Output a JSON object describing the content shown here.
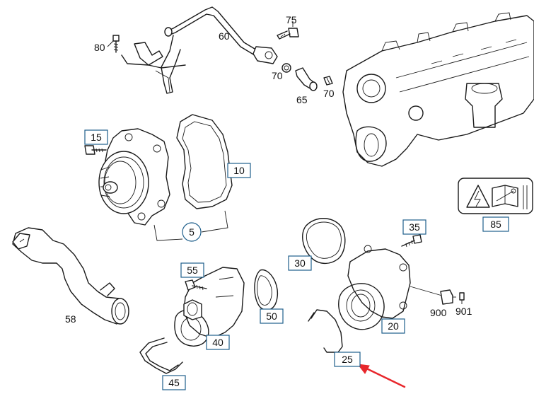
{
  "callouts": [
    {
      "id": "15",
      "label": "15"
    },
    {
      "id": "10",
      "label": "10"
    },
    {
      "id": "5",
      "label": "5"
    },
    {
      "id": "55",
      "label": "55"
    },
    {
      "id": "40",
      "label": "40"
    },
    {
      "id": "45",
      "label": "45"
    },
    {
      "id": "30",
      "label": "30"
    },
    {
      "id": "50",
      "label": "50"
    },
    {
      "id": "35",
      "label": "35"
    },
    {
      "id": "20",
      "label": "20"
    },
    {
      "id": "25",
      "label": "25"
    },
    {
      "id": "85",
      "label": "85"
    }
  ],
  "plain_labels": [
    {
      "id": "80",
      "label": "80"
    },
    {
      "id": "60",
      "label": "60"
    },
    {
      "id": "75",
      "label": "75"
    },
    {
      "id": "70a",
      "label": "70"
    },
    {
      "id": "70b",
      "label": "70"
    },
    {
      "id": "65",
      "label": "65"
    },
    {
      "id": "58",
      "label": "58"
    },
    {
      "id": "900",
      "label": "900"
    },
    {
      "id": "901",
      "label": "901"
    }
  ],
  "highlight": {
    "target": "25",
    "color": "#e8262b"
  },
  "colors": {
    "callout_border": "#1f5f8b",
    "highlight": "#e8262b",
    "line": "#1a1a1a"
  },
  "icons": [
    "electrical-hazard-icon",
    "manual-wrench-icon"
  ]
}
